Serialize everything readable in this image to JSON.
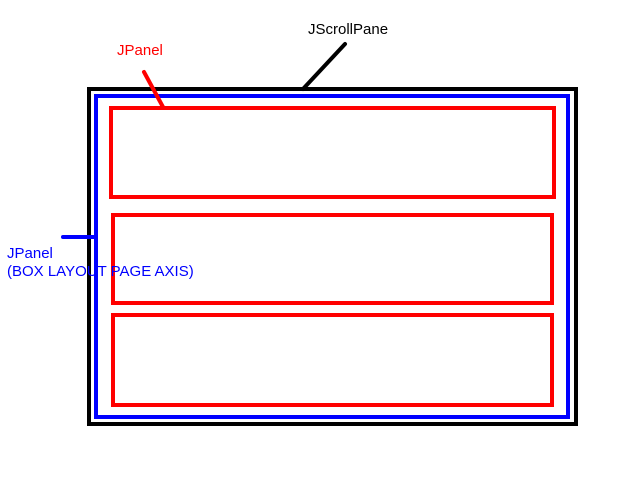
{
  "labels": {
    "scroll_pane": "JScrollPane",
    "inner_panel": "JPanel",
    "outer_panel_line1": "JPanel",
    "outer_panel_line2": "(BOX LAYOUT PAGE AXIS)"
  },
  "colors": {
    "scroll_pane": "#000000",
    "outer_panel": "#0000ff",
    "inner_panel": "#ff0000"
  }
}
